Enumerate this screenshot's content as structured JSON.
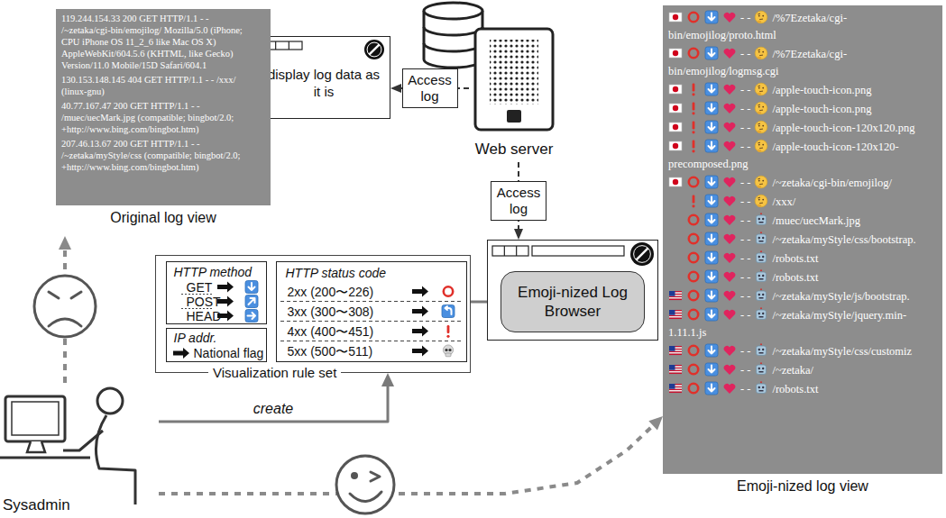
{
  "diagram": {
    "nodes": [
      {
        "text": [
          "Web server"
        ]
      },
      {
        "text": [
          "display log data as it is"
        ]
      },
      {
        "text": [
          "119.244.154.33 200 GET HTTP/1.1 - - /~zetaka/cgi-bin/emojilog/ Mozilla/5.0 (iPhone; CPU iPhone OS 11_2_6 like Mac OS X) AppleWebKit/604.5.6 (KHTML, like Gecko) Version/11.0 Mobile/15D Safari/604.1",
          "130.153.148.145 404 GET HTTP/1.1 - - /xxx/ (linux-gnu)",
          "40.77.167.47 200 GET HTTP/1.1 - - /muec/uecMark.jpg (compatible; bingbot/2.0; +http://www.bing.com/bingbot.htm)",
          "207.46.13.67 200 GET HTTP/1.1 - - /~zetaka/myStyle/css (compatible; bingbot/2.0; +http://www.bing.com/bingbot.htm)",
          "Original log view"
        ]
      },
      {
        "text": [
          "Emoji-nized Log Browser"
        ]
      },
      {
        "text": [
          "- -",
          "/%7Ezetaka/cgi-bin/emojilog/proto.html",
          "- -",
          "/%7Ezetaka/cgi-bin/emojilog/logmsg.cgi",
          "- -",
          "/apple-touch-icon.png",
          "- -",
          "/apple-touch-icon.png",
          "- -",
          "/apple-touch-icon-120x120.png",
          "- -",
          "/apple-touch-icon-120x120-precomposed.png",
          "- -",
          "/~zetaka/cgi-bin/emojilog/",
          "- -",
          "/xxx/",
          "- -",
          "/muec/uecMark.jpg",
          "- -",
          "/~zetaka/myStyle/css/bootstrap.",
          "- -",
          "/robots.txt",
          "- -",
          "/robots.txt",
          "- -",
          "/~zetaka/myStyle/js/bootstrap.",
          "- -",
          "/~zetaka/myStyle/jquery.min-1.11.1.js",
          "- -",
          "/~zetaka/myStyle/css/customiz",
          "- -",
          "/~zetaka/",
          "- -",
          "/robots.txt",
          "Emoji-nized log view"
        ]
      },
      {
        "text": [
          "Visualization rule set"
        ]
      },
      {
        "text": [
          "HTTP method",
          "GET",
          "POST",
          "HEAD"
        ],
        "in": 5
      },
      {
        "text": [
          "HTTP status code",
          "2xx (200〜226)",
          "3xx (300〜308)",
          "4xx (400〜451)",
          "5xx (500〜511)"
        ],
        "in": 5
      },
      {
        "text": [
          "IP addr.",
          "National flag"
        ],
        "in": 5
      },
      {
        "text": [
          "Sysadmin"
        ]
      }
    ],
    "edges": [
      {
        "from": 0,
        "to": 1,
        "label": "Access log",
        "arrow": "to"
      },
      {
        "from": 0,
        "to": 3,
        "label": "Access log",
        "arrow": "to"
      },
      {
        "from": 9,
        "to": 2,
        "arrow": "to"
      },
      {
        "from": 9,
        "to": 5,
        "label": "create",
        "arrow": "to"
      },
      {
        "from": 5,
        "to": 3,
        "arrow": "none"
      },
      {
        "from": 9,
        "to": 4,
        "arrow": "to"
      }
    ]
  }
}
